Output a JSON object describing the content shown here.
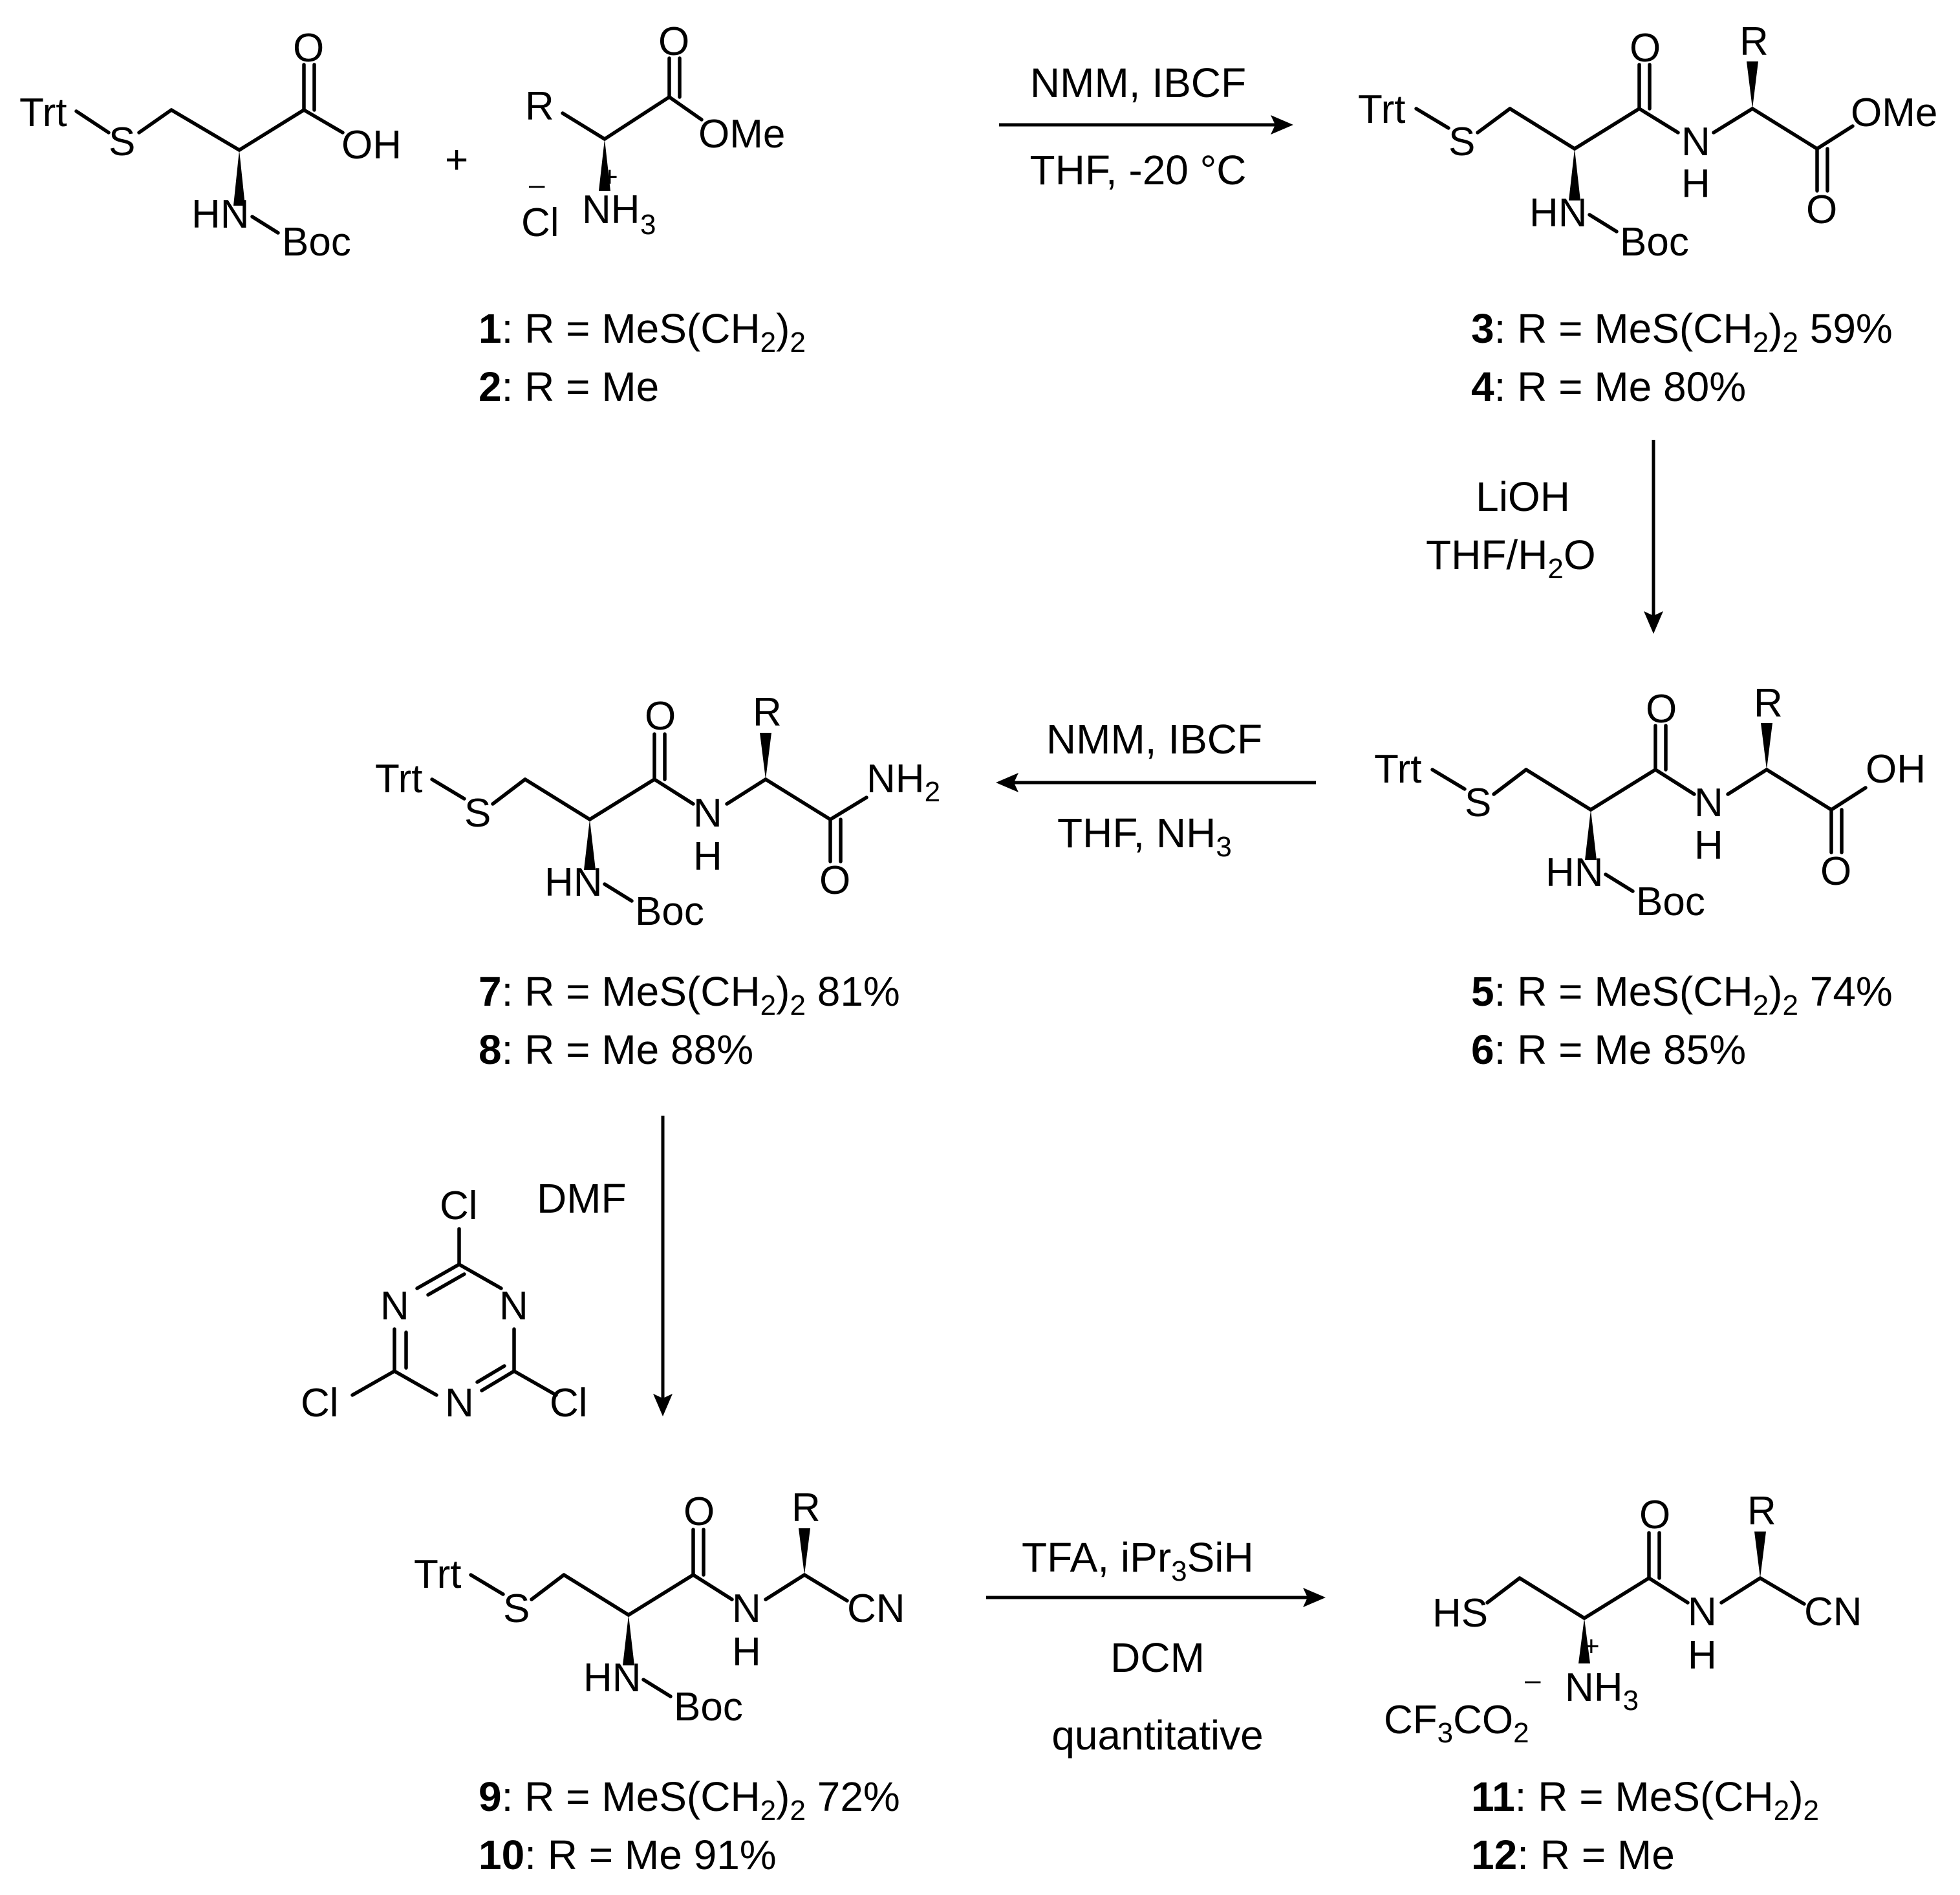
{
  "atoms": {
    "trt": "Trt",
    "s": "S",
    "o": "O",
    "oh": "OH",
    "hn": "HN",
    "boc": "Boc",
    "r": "R",
    "ome": "OMe",
    "minus": "–",
    "plus": "+",
    "cl": "Cl",
    "nh": "NH",
    "h3": "3",
    "n": "N",
    "h": "H",
    "nh2": "NH",
    "h2": "2",
    "cn": "CN",
    "hs": "HS",
    "cf": "CF",
    "co": "CO",
    "two": "2",
    "three": "3",
    "plus_sign": "+"
  },
  "conditions": {
    "step1_top": "NMM, IBCF",
    "step1_bottom": "THF, -20 °C",
    "step2_top": "LiOH",
    "step2_bottom_a": "THF/H",
    "step2_bottom_b": "2",
    "step2_bottom_c": "O",
    "step3_top": "NMM, IBCF",
    "step3_bottom_a": "THF, NH",
    "step3_bottom_b": "3",
    "step4_reagent": "DMF",
    "step5_top_a": "TFA, iPr",
    "step5_top_b": "3",
    "step5_top_c": "SiH",
    "step5_mid": "DCM",
    "step5_bottom": "quantitative"
  },
  "compounds": {
    "c1": {
      "num": "1",
      "text": ": R = MeS(CH",
      "sub": "2",
      "close": ")",
      "sub2": "2",
      "yield": ""
    },
    "c2": {
      "num": "2",
      "text": ": R = Me",
      "yield": ""
    },
    "c3": {
      "num": "3",
      "text": ": R = MeS(CH",
      "sub": "2",
      "close": ")",
      "sub2": "2",
      "yield": " 59%"
    },
    "c4": {
      "num": "4",
      "text": ": R = Me",
      "yield": " 80%"
    },
    "c5": {
      "num": "5",
      "text": ": R = MeS(CH",
      "sub": "2",
      "close": ")",
      "sub2": "2",
      "yield": " 74%"
    },
    "c6": {
      "num": "6",
      "text": ": R = Me",
      "yield": " 85%"
    },
    "c7": {
      "num": "7",
      "text": ": R = MeS(CH",
      "sub": "2",
      "close": ")",
      "sub2": "2",
      "yield": " 81%"
    },
    "c8": {
      "num": "8",
      "text": ": R = Me",
      "yield": " 88%"
    },
    "c9": {
      "num": "9",
      "text": ": R = MeS(CH",
      "sub": "2",
      "close": ")",
      "sub2": "2",
      "yield": " 72%"
    },
    "c10": {
      "num": "10",
      "text": ": R = Me",
      "yield": " 91%"
    },
    "c11": {
      "num": "11",
      "text": ": R = MeS(CH",
      "sub": "2",
      "close": ")",
      "sub2": "2",
      "yield": ""
    },
    "c12": {
      "num": "12",
      "text": ": R = Me",
      "yield": ""
    }
  }
}
